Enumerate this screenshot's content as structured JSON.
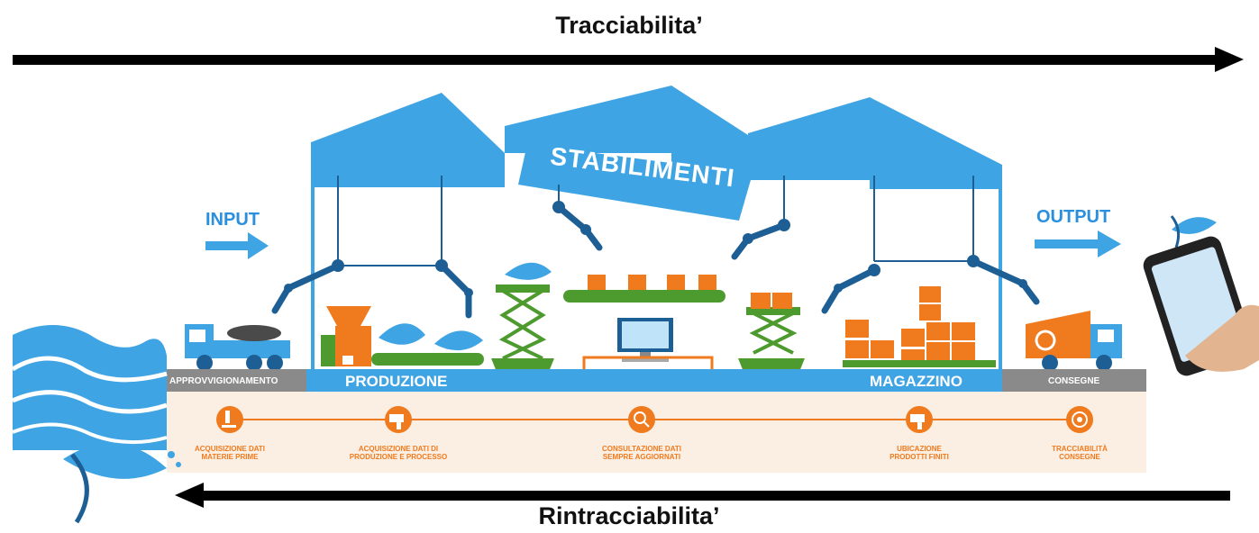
{
  "titles": {
    "top": "Tracciabilita’",
    "bottom": "Rintracciabilita’"
  },
  "banner": "STABILIMENTI",
  "input_label": "INPUT",
  "output_label": "OUTPUT",
  "zones": {
    "approvvigionamento": "APPROVVIGIONAMENTO",
    "produzione": "PRODUZIONE",
    "magazzino": "MAGAZZINO",
    "consegne": "CONSEGNE"
  },
  "steps": [
    {
      "line1": "ACQUISIZIONE DATI",
      "line2": "MATERIE PRIME",
      "icon": "microscope-icon"
    },
    {
      "line1": "ACQUISIZIONE DATI DI",
      "line2": "PRODUZIONE E PROCESSO",
      "icon": "barcode-scanner-icon"
    },
    {
      "line1": "CONSULTAZIONE DATI",
      "line2": "SEMPRE AGGIORNATI",
      "icon": "search-barcode-icon"
    },
    {
      "line1": "UBICAZIONE",
      "line2": "PRODOTTI FINITI",
      "icon": "barcode-scanner-icon"
    },
    {
      "line1": "TRACCIABILITÀ",
      "line2": "CONSEGNE",
      "icon": "target-icon"
    }
  ],
  "colors": {
    "blue": "#3fa4e4",
    "dark_blue": "#1d5f95",
    "orange": "#f07a1e",
    "green": "#4d9a2e",
    "gray": "#8a8a8a",
    "beige": "#fbeee2"
  }
}
